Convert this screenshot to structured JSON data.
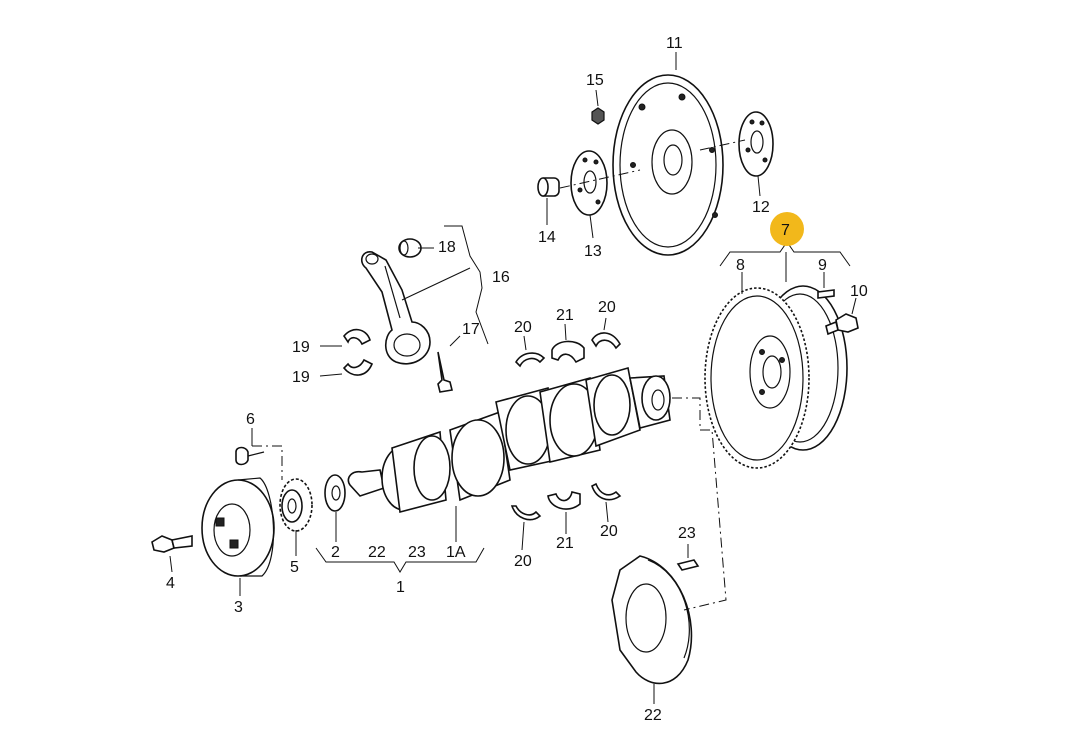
{
  "colors": {
    "highlight": "#F2B81B",
    "line": "#111111",
    "background": "#FFFFFF"
  },
  "callouts": {
    "c1": "1",
    "c1A": "1A",
    "c2": "2",
    "c3": "3",
    "c4": "4",
    "c5": "5",
    "c6": "6",
    "c7": "7",
    "c8": "8",
    "c9": "9",
    "c10": "10",
    "c11": "11",
    "c12": "12",
    "c13": "13",
    "c14": "14",
    "c15": "15",
    "c16": "16",
    "c17": "17",
    "c18": "18",
    "c19a": "19",
    "c19b": "19",
    "c20a": "20",
    "c20b": "20",
    "c20c": "20",
    "c20d": "20",
    "c21a": "21",
    "c21b": "21",
    "c22a": "22",
    "c22b": "22",
    "c23a": "23",
    "c23b": "23"
  },
  "highlighted_callout": "7"
}
